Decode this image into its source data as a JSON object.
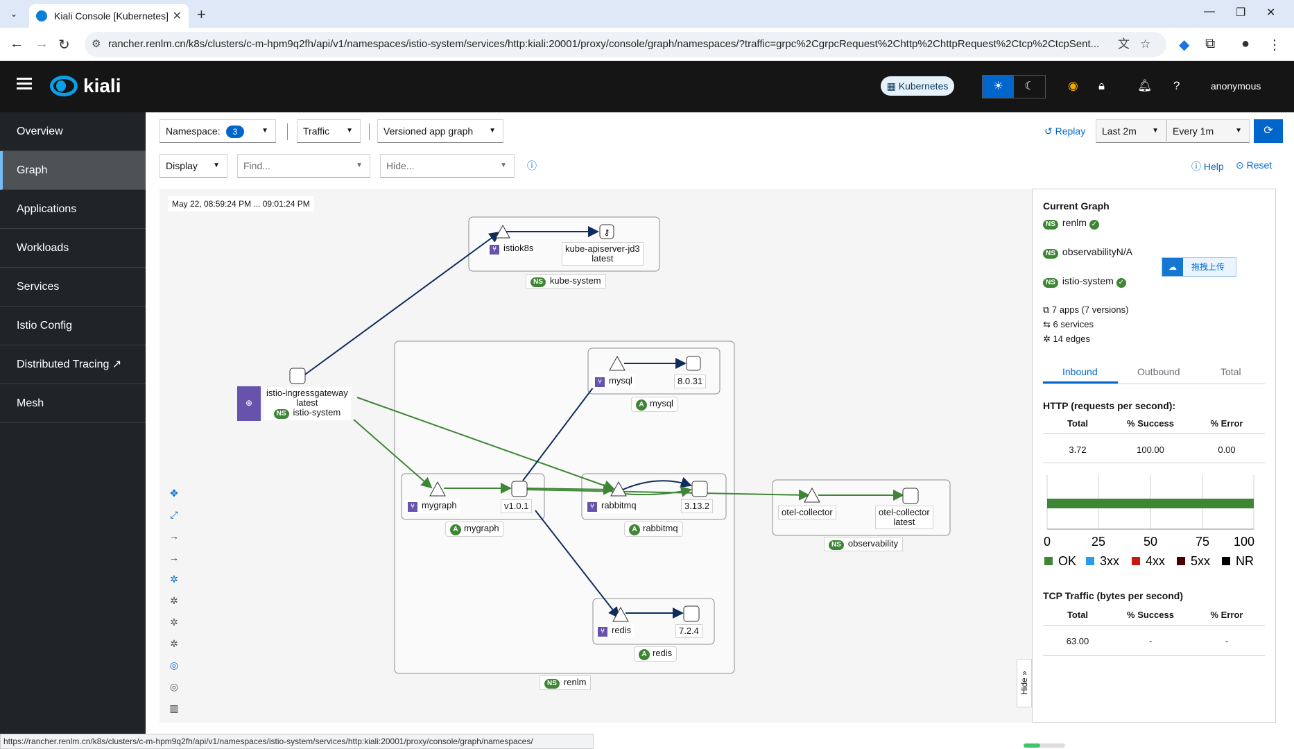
{
  "browser": {
    "tab_title": "Kiali Console [Kubernetes]",
    "url": "rancher.renlm.cn/k8s/clusters/c-m-hpm9q2fh/api/v1/namespaces/istio-system/services/http:kiali:20001/proxy/console/graph/namespaces/?traffic=grpc%2CgrpcRequest%2Chttp%2ChttpRequest%2Ctcp%2CtcpSent...",
    "status_url": "https://rancher.renlm.cn/k8s/clusters/c-m-hpm9q2fh/api/v1/namespaces/istio-system/services/http:kiali:20001/proxy/console/graph/namespaces/"
  },
  "masthead": {
    "logo_text": "kiali",
    "cluster_chip": "Kubernetes",
    "user": "anonymous"
  },
  "sidebar": {
    "items": [
      {
        "label": "Overview"
      },
      {
        "label": "Graph"
      },
      {
        "label": "Applications"
      },
      {
        "label": "Workloads"
      },
      {
        "label": "Services"
      },
      {
        "label": "Istio Config"
      },
      {
        "label": "Distributed Tracing"
      },
      {
        "label": "Mesh"
      }
    ]
  },
  "toolbar": {
    "namespace_label": "Namespace:",
    "namespace_count": "3",
    "traffic_label": "Traffic",
    "graph_type": "Versioned app graph",
    "replay_label": "Replay",
    "duration": "Last 2m",
    "refresh_interval": "Every 1m",
    "display_label": "Display",
    "find_placeholder": "Find...",
    "hide_placeholder": "Hide...",
    "help_label": "Help",
    "reset_label": "Reset"
  },
  "graph": {
    "timestamp": "May 22, 08:59:24 PM ... 09:01:24 PM",
    "ns_badge": "NS",
    "app_badge": "A",
    "nodes": {
      "istiok8s": "istiok8s",
      "kube_apiserver": "kube-apiserver-jd3",
      "kube_apiserver_ver": "latest",
      "kube_system": "kube-system",
      "ingress": "istio-ingressgateway",
      "ingress_ver": "latest",
      "ingress_ns": "istio-system",
      "mysql": "mysql",
      "mysql_ver": "8.0.31",
      "mysql_app": "mysql",
      "mygraph": "mygraph",
      "mygraph_ver": "v1.0.1",
      "mygraph_app": "mygraph",
      "rabbitmq": "rabbitmq",
      "rabbitmq_ver": "3.13.2",
      "rabbitmq_app": "rabbitmq",
      "redis": "redis",
      "redis_ver": "7.2.4",
      "redis_app": "redis",
      "renlm": "renlm",
      "otel": "otel-collector",
      "otel_wl": "otel-collector",
      "otel_ver": "latest",
      "observability": "observability"
    },
    "hide_label": "Hide"
  },
  "panel": {
    "title": "Current Graph",
    "namespaces": [
      {
        "name": "renlm"
      },
      {
        "name": "observabilityN/A"
      },
      {
        "name": "istio-system"
      }
    ],
    "upload_label": "拖拽上传",
    "apps": "7 apps (7 versions)",
    "services": "6 services",
    "edges": "14 edges",
    "tabs": [
      "Inbound",
      "Outbound",
      "Total"
    ],
    "http_title": "HTTP (requests per second):",
    "http_headers": [
      "Total",
      "% Success",
      "% Error"
    ],
    "http_values": [
      "3.72",
      "100.00",
      "0.00"
    ],
    "chart_ticks": [
      "0",
      "25",
      "50",
      "75",
      "100"
    ],
    "legend": [
      "OK",
      "3xx",
      "4xx",
      "5xx",
      "NR"
    ],
    "tcp_title": "TCP Traffic (bytes per second)",
    "tcp_headers": [
      "Total",
      "% Success",
      "% Error"
    ],
    "tcp_values": [
      "63.00",
      "-",
      "-"
    ]
  },
  "colors": {
    "ok": "#3e8635",
    "3xx": "#2b9af3",
    "4xx": "#c9190b",
    "5xx": "#470000",
    "nr": "#000000",
    "accent": "#0066cc"
  },
  "http_ok_percent": 100
}
